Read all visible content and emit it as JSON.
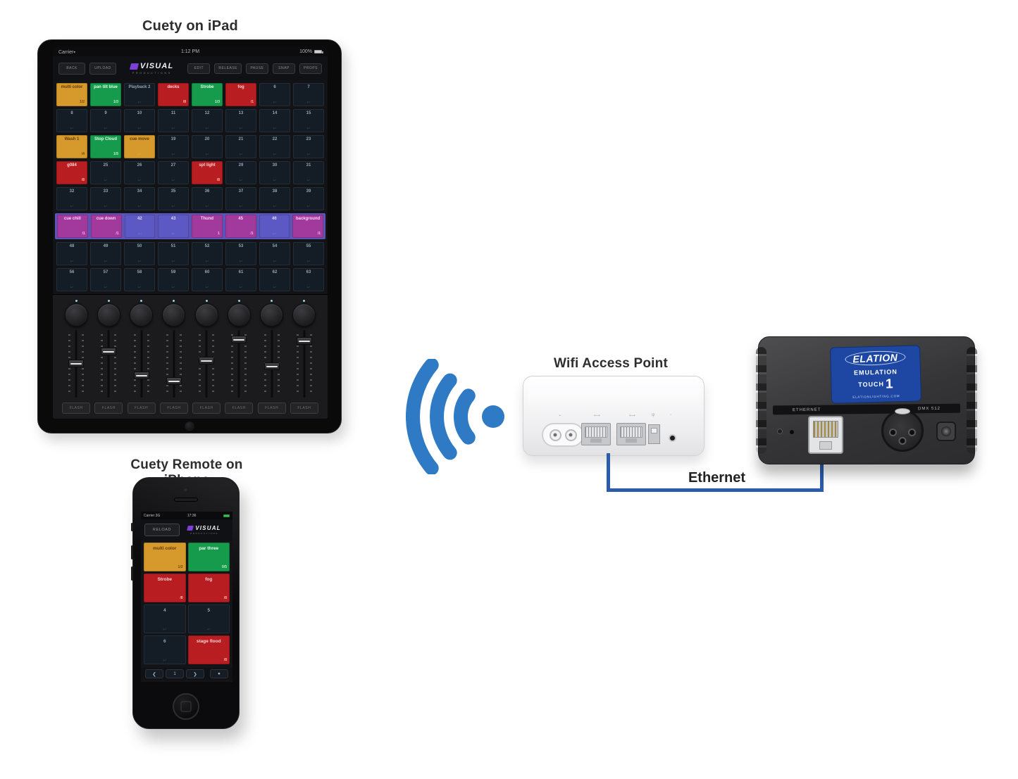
{
  "titles": {
    "ipad": "Cuety on iPad",
    "iphone": "Cuety Remote on iPhone",
    "wifi": "Wifi Access Point",
    "ethernet": "Ethernet"
  },
  "colors": {
    "wifi_blue": "#2e7ac5",
    "ethernet_line": "#2b5cad",
    "playback_orange": "#d6992c",
    "playback_green": "#169a4c",
    "playback_red": "#b81d22",
    "playback_magenta": "#a23a9e",
    "active_row_purple": "#5b55ba",
    "label_blue": "#1d47a3"
  },
  "icons": {
    "wifi": "wifi-arcs-icon",
    "cue_go_glyph": "↩",
    "battery": "battery-icon"
  },
  "ipad": {
    "status": {
      "carrier": "Carrier",
      "wifi_glyph": "▾",
      "time": "1:12 PM",
      "battery": "100%"
    },
    "logo": {
      "word": "VISUAL",
      "sub": "PRODUCTIONS"
    },
    "toolbar_left": [
      "BACK",
      "UPLOAD"
    ],
    "toolbar_right": [
      "EDIT",
      "RELEASE",
      "PAUSE",
      "SNAP",
      "PROPS"
    ],
    "flash_label": "FLASH",
    "fader_positions": [
      0.5,
      0.3,
      0.7,
      0.8,
      0.45,
      0.1,
      0.55,
      0.12
    ],
    "cells": [
      [
        "o",
        "multi color",
        "1/2"
      ],
      [
        "g",
        "pan tilt blue",
        "1/3"
      ],
      [
        "d",
        "Playback 2",
        null
      ],
      [
        "r",
        "decks",
        "/8"
      ],
      [
        "g",
        "Strobe",
        "1/3"
      ],
      [
        "r",
        "fog",
        "/1"
      ],
      [
        "d",
        "6",
        null
      ],
      [
        "d",
        "7",
        null
      ],
      [
        "d",
        "8",
        null
      ],
      [
        "d",
        "9",
        null
      ],
      [
        "d",
        "10",
        null
      ],
      [
        "d",
        "11",
        null
      ],
      [
        "d",
        "12",
        null
      ],
      [
        "d",
        "13",
        null
      ],
      [
        "d",
        "14",
        null
      ],
      [
        "d",
        "15",
        null
      ],
      [
        "o",
        "Wash 1",
        "/4"
      ],
      [
        "g",
        "Stop Cloud",
        "1/5"
      ],
      [
        "o",
        "cue move",
        null
      ],
      [
        "d",
        "19",
        null
      ],
      [
        "d",
        "20",
        null
      ],
      [
        "d",
        "21",
        null
      ],
      [
        "d",
        "22",
        null
      ],
      [
        "d",
        "23",
        null
      ],
      [
        "r",
        "g084",
        "/8"
      ],
      [
        "d",
        "25",
        null
      ],
      [
        "d",
        "26",
        null
      ],
      [
        "d",
        "27",
        null
      ],
      [
        "r",
        "spt light",
        "/8"
      ],
      [
        "d",
        "29",
        null
      ],
      [
        "d",
        "30",
        null
      ],
      [
        "d",
        "31",
        null
      ],
      [
        "d",
        "32",
        null
      ],
      [
        "d",
        "33",
        null
      ],
      [
        "d",
        "34",
        null
      ],
      [
        "d",
        "35",
        null
      ],
      [
        "d",
        "36",
        null
      ],
      [
        "d",
        "37",
        null
      ],
      [
        "d",
        "38",
        null
      ],
      [
        "d",
        "39",
        null
      ],
      [
        "m",
        "cue chill",
        "/1"
      ],
      [
        "m",
        "cue down",
        "/1"
      ],
      [
        "i",
        "42",
        null
      ],
      [
        "i",
        "43",
        null
      ],
      [
        "m",
        "Thund",
        "1"
      ],
      [
        "m",
        "45",
        "/1"
      ],
      [
        "i",
        "46",
        null
      ],
      [
        "m",
        "background",
        "/1"
      ],
      [
        "d",
        "48",
        null
      ],
      [
        "d",
        "49",
        null
      ],
      [
        "d",
        "50",
        null
      ],
      [
        "d",
        "51",
        null
      ],
      [
        "d",
        "52",
        null
      ],
      [
        "d",
        "53",
        null
      ],
      [
        "d",
        "54",
        null
      ],
      [
        "d",
        "55",
        null
      ],
      [
        "d",
        "56",
        null
      ],
      [
        "d",
        "57",
        null
      ],
      [
        "d",
        "58",
        null
      ],
      [
        "d",
        "59",
        null
      ],
      [
        "d",
        "60",
        null
      ],
      [
        "d",
        "61",
        null
      ],
      [
        "d",
        "62",
        null
      ],
      [
        "d",
        "63",
        null
      ]
    ]
  },
  "iphone": {
    "status": {
      "carrier": "Carrier 3G",
      "time": "17:36"
    },
    "reload_label": "RELOAD",
    "logo": {
      "word": "VISUAL",
      "sub": "PRODUCTIONS"
    },
    "cells": [
      [
        "o",
        "multi color",
        "1/2"
      ],
      [
        "g",
        "par three",
        "0/5"
      ],
      [
        "r",
        "Strobe",
        "/8"
      ],
      [
        "r",
        "fog",
        "/8"
      ],
      [
        "d",
        "4",
        null
      ],
      [
        "d",
        "5",
        null
      ],
      [
        "d",
        "6",
        null
      ],
      [
        "r",
        "stage flood",
        "/8"
      ]
    ],
    "nav": {
      "prev": "❮",
      "page": "1",
      "next": "❯",
      "extra": "●"
    }
  },
  "elation": {
    "logo": "ELATION",
    "model_line1": "EMULATION",
    "model_line2": "TOUCH",
    "model_num": "1",
    "site": "ELATIONLIGHTING.COM",
    "panel_left": "ETHERNET",
    "panel_right": "DMX 512"
  }
}
